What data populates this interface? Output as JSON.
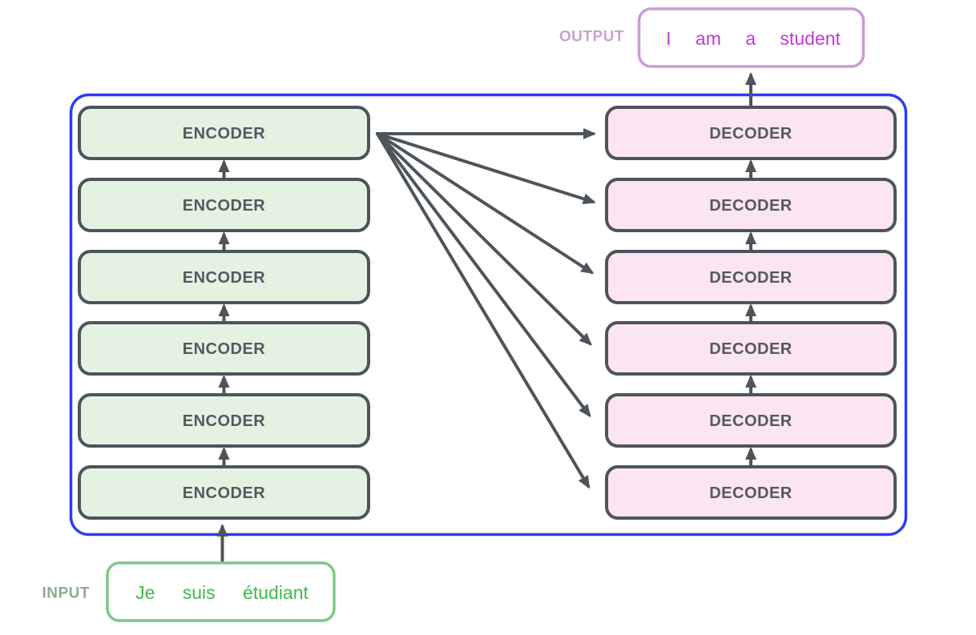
{
  "diagram": {
    "output": {
      "label": "OUTPUT",
      "sentence": "I am a student"
    },
    "input": {
      "label": "INPUT",
      "sentence": "Je suis étudiant"
    },
    "encoders": [
      "ENCODER",
      "ENCODER",
      "ENCODER",
      "ENCODER",
      "ENCODER",
      "ENCODER"
    ],
    "decoders": [
      "DECODER",
      "DECODER",
      "DECODER",
      "DECODER",
      "DECODER",
      "DECODER"
    ]
  },
  "colors": {
    "container_border": "#2e3cf0",
    "encoder_fill": "#e4f3e1",
    "decoder_fill": "#fbe5f0",
    "box_border": "#4e545c",
    "box_label_text": "#54595f",
    "arrow": "#4e545c",
    "output_box_border": "#cc9ad7",
    "output_sentence_text": "#c03ad8",
    "output_label_text": "#cf9fd4",
    "input_box_border": "#7fc787",
    "input_sentence_text": "#3eba4d",
    "input_label_text": "#8bac90"
  }
}
